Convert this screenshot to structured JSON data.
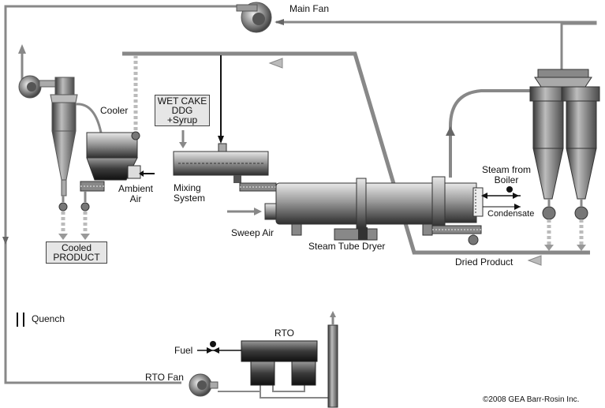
{
  "labels": {
    "main_fan": "Main Fan",
    "cooler": "Cooler",
    "ambient_air_1": "Ambient",
    "ambient_air_2": "Air",
    "wet_cake_1": "WET CAKE",
    "wet_cake_2": "DDG",
    "wet_cake_3": "+Syrup",
    "mixing_1": "Mixing",
    "mixing_2": "System",
    "sweep_air": "Sweep Air",
    "steam_tube_dryer": "Steam Tube Dryer",
    "steam_1": "Steam from",
    "steam_2": "Boiler",
    "condensate": "Condensate",
    "dried_product": "Dried Product",
    "cooled_1": "Cooled",
    "cooled_2": "PRODUCT",
    "quench": "Quench",
    "rto": "RTO",
    "fuel": "Fuel",
    "rto_fan": "RTO Fan",
    "copyright": "©2008 GEA Barr-Rosin Inc."
  },
  "colors": {
    "duct": "#8c8c8c",
    "equipment_dark": "#3a3a3a",
    "equipment_light": "#c8c8c8",
    "thin_line": "#555555"
  }
}
